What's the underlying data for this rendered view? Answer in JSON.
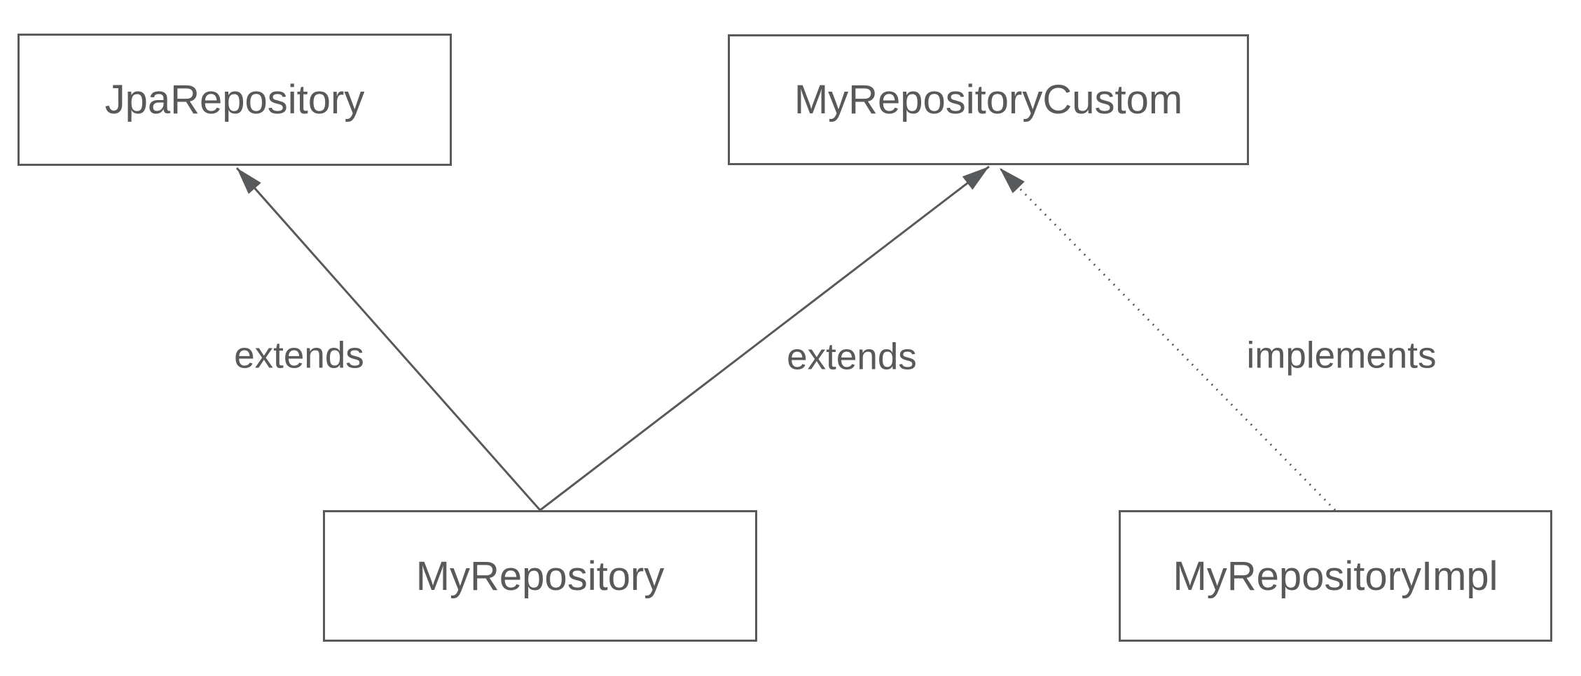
{
  "diagram": {
    "type": "uml-class-diagram",
    "background_color": "#ffffff",
    "stroke_color": "#58595b",
    "text_color": "#58595b",
    "nodes": [
      {
        "id": "jpa-repository",
        "label": "JpaRepository"
      },
      {
        "id": "my-repository-custom",
        "label": "MyRepositoryCustom"
      },
      {
        "id": "my-repository",
        "label": "MyRepository"
      },
      {
        "id": "my-repository-impl",
        "label": "MyRepositoryImpl"
      }
    ],
    "edges": [
      {
        "from": "MyRepository",
        "to": "JpaRepository",
        "label": "extends",
        "line_style": "solid",
        "arrowhead": "filled"
      },
      {
        "from": "MyRepository",
        "to": "MyRepositoryCustom",
        "label": "extends",
        "line_style": "solid",
        "arrowhead": "filled"
      },
      {
        "from": "MyRepositoryImpl",
        "to": "MyRepositoryCustom",
        "label": "implements",
        "line_style": "dotted",
        "arrowhead": "filled"
      }
    ]
  }
}
